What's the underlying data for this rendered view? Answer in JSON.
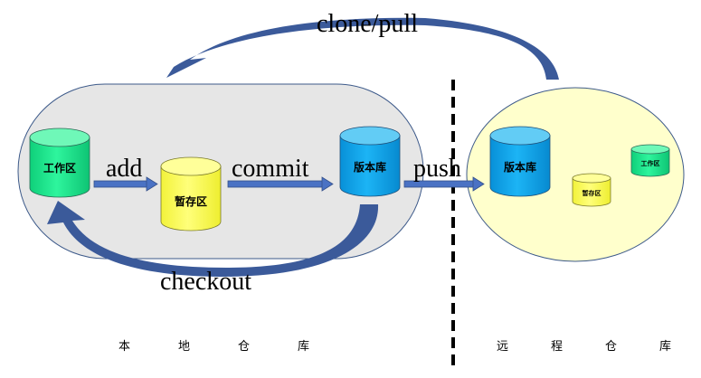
{
  "local_repo": {
    "working_area_label": "工作区",
    "staging_area_label": "暂存区",
    "repository_label": "版本库",
    "caption": [
      "本",
      "地",
      "仓",
      "库"
    ]
  },
  "remote_repo": {
    "repository_label": "版本库",
    "staging_area_label": "暂存区",
    "working_area_label": "工作区",
    "caption": [
      "远",
      "程",
      "仓",
      "库"
    ]
  },
  "operations": {
    "add": "add",
    "commit": "commit",
    "push": "push",
    "checkout": "checkout",
    "clone_pull": "clone/pull"
  },
  "colors": {
    "local_bg": "#e6e6e6",
    "remote_bg": "#ffffcc",
    "border": "#3d5a8a",
    "arrow": "#3b5a9a",
    "working_area": "#1ee58f",
    "staging_area": "#ffff66",
    "repository": "#0aa0e8"
  }
}
